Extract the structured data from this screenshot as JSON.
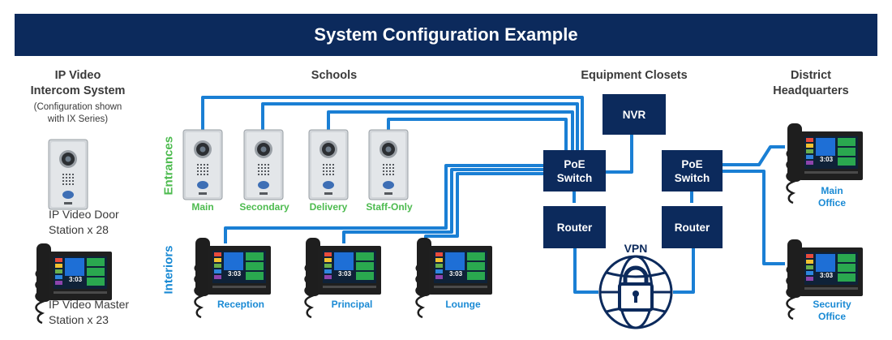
{
  "title": "System Configuration Example",
  "columns": {
    "intercom_system": {
      "line1": "IP Video",
      "line2": "Intercom System",
      "note1": "(Configuration shown",
      "note2": "with IX Series)"
    },
    "schools": "Schools",
    "equipment": "Equipment Closets",
    "district": {
      "line1": "District",
      "line2": "Headquarters"
    }
  },
  "legend": {
    "door_line1": "IP Video Door",
    "door_line2": "Station x 28",
    "master_line1": "IP Video Master",
    "master_line2": "Station x 23"
  },
  "groups": {
    "entrances": "Entrances",
    "interiors": "Interiors"
  },
  "door_stations": [
    "Main",
    "Secondary",
    "Delivery",
    "Staff-Only"
  ],
  "master_stations": [
    "Reception",
    "Principal",
    "Lounge"
  ],
  "hq_stations": [
    {
      "line1": "Main",
      "line2": "Office"
    },
    {
      "line1": "Security",
      "line2": "Office"
    }
  ],
  "equipment": {
    "nvr": "NVR",
    "poe_line1": "PoE",
    "poe_line2": "Switch",
    "router": "Router",
    "vpn": "VPN"
  },
  "colors": {
    "navy": "#0c2a5c",
    "wire": "#1a7fd4",
    "green": "#4dbb4f",
    "blue": "#1a8ad4"
  },
  "screen_text": "3:03"
}
